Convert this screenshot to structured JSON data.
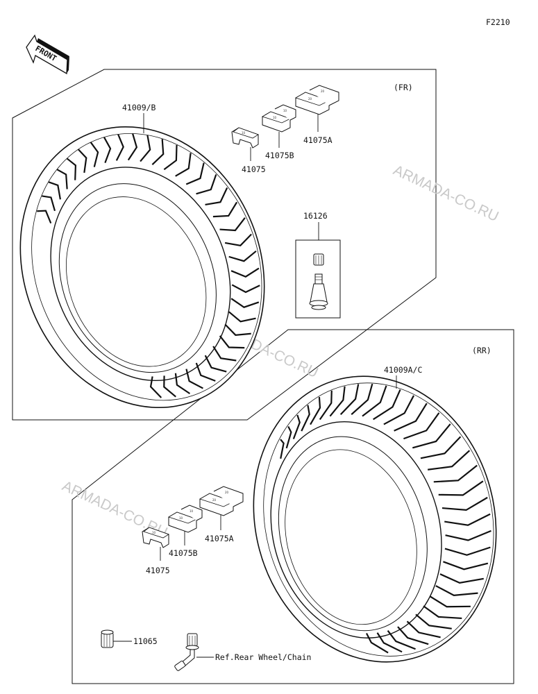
{
  "figure_code": "F2210",
  "front_label": "FRONT",
  "front_section": {
    "label": "(FR)",
    "tire_part": "41009/B",
    "weights": [
      "41075",
      "41075B",
      "41075A"
    ],
    "valve_part": "16126"
  },
  "rear_section": {
    "label": "(RR)",
    "tire_part": "41009A/C",
    "weights": [
      "41075",
      "41075B",
      "41075A"
    ],
    "valve_cap_part": "11065",
    "reference": "Ref.Rear Wheel/Chain"
  },
  "watermark": "ARMADA-CO.RU",
  "colors": {
    "line": "#111111",
    "watermark": "#c9c9c9"
  }
}
